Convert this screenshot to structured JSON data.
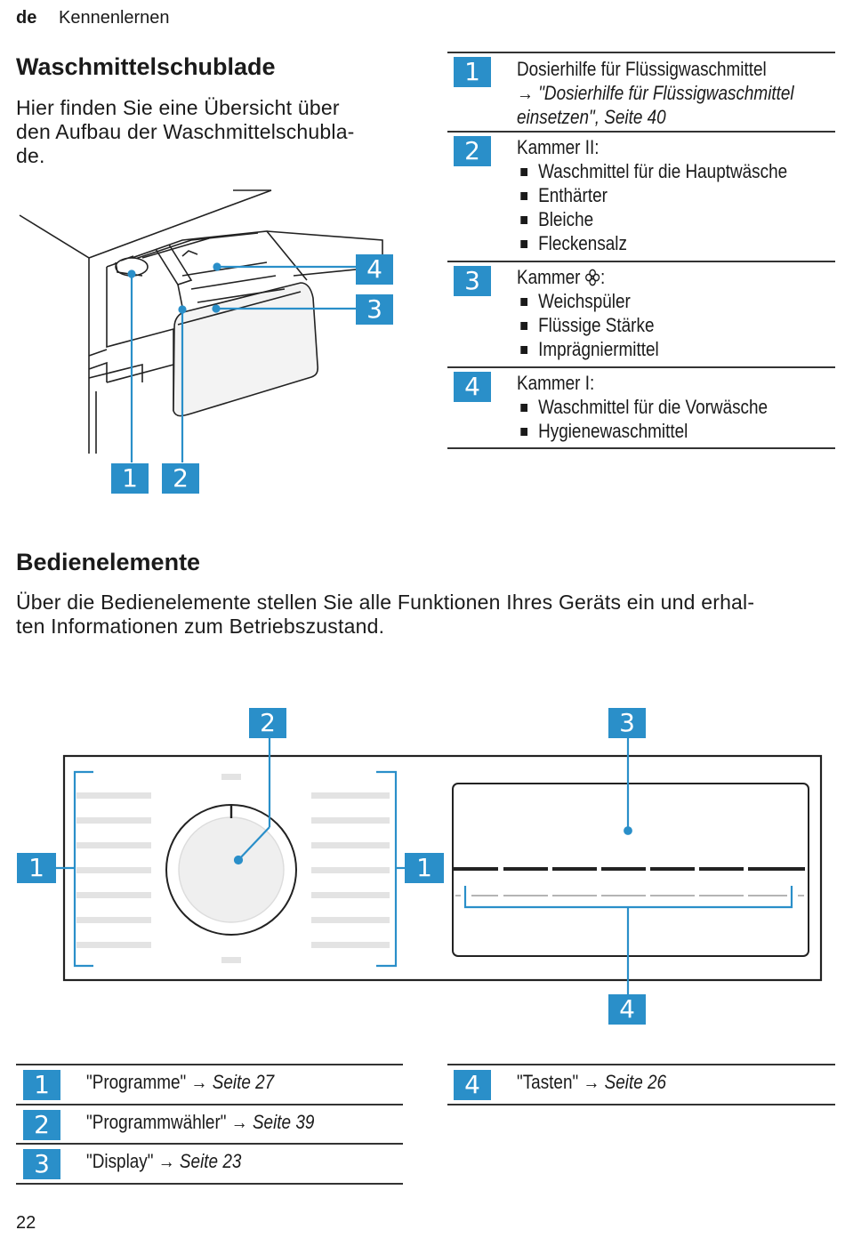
{
  "header": {
    "lang": "de",
    "section": "Kennenlernen"
  },
  "drawer": {
    "title": "Waschmittelschublade",
    "intro_lines": [
      "Hier finden Sie eine Übersicht über",
      "den Aufbau der Waschmittelschubla-",
      "de."
    ],
    "labels": [
      "1",
      "2",
      "3",
      "4"
    ],
    "table": [
      {
        "num": "1",
        "title": "Dosierhilfe für Flüssigwaschmittel",
        "arrow": "→",
        "ref_line1": "\"Dosierhilfe für Flüssigwaschmittel",
        "ref_line2": "einsetzen\", Seite 40",
        "items": []
      },
      {
        "num": "2",
        "title": "Kammer II:",
        "items": [
          "Waschmittel für die Hauptwäsche",
          "Enthärter",
          "Bleiche",
          "Fleckensalz"
        ]
      },
      {
        "num": "3",
        "title": "Kammer",
        "title_suffix": ":",
        "icon": "flower-icon",
        "items": [
          "Weichspüler",
          "Flüssige Stärke",
          "Imprägniermittel"
        ]
      },
      {
        "num": "4",
        "title": "Kammer I:",
        "items": [
          "Waschmittel für die Vorwäsche",
          "Hygienewaschmittel"
        ]
      }
    ]
  },
  "controls": {
    "title": "Bedienelemente",
    "intro_lines": [
      "Über die Bedienelemente stellen Sie alle Funktionen Ihres Geräts ein und erhal-",
      "ten Informationen zum Betriebszustand."
    ],
    "labels": [
      "1",
      "2",
      "3",
      "1",
      "4"
    ],
    "table_left": [
      {
        "num": "1",
        "text": "\"Programme\"",
        "arrow": "→",
        "ref": "Seite 27"
      },
      {
        "num": "2",
        "text": "\"Programmwähler\"",
        "arrow": "→",
        "ref": "Seite 39"
      },
      {
        "num": "3",
        "text": "\"Display\"",
        "arrow": "→",
        "ref": "Seite 23"
      }
    ],
    "table_right": [
      {
        "num": "4",
        "text": "\"Tasten\"",
        "arrow": "→",
        "ref": "Seite 26"
      }
    ]
  },
  "colors": {
    "accent": "#2a8fc9",
    "text": "#1a1a1a",
    "line": "#333333"
  },
  "page_number": "22"
}
